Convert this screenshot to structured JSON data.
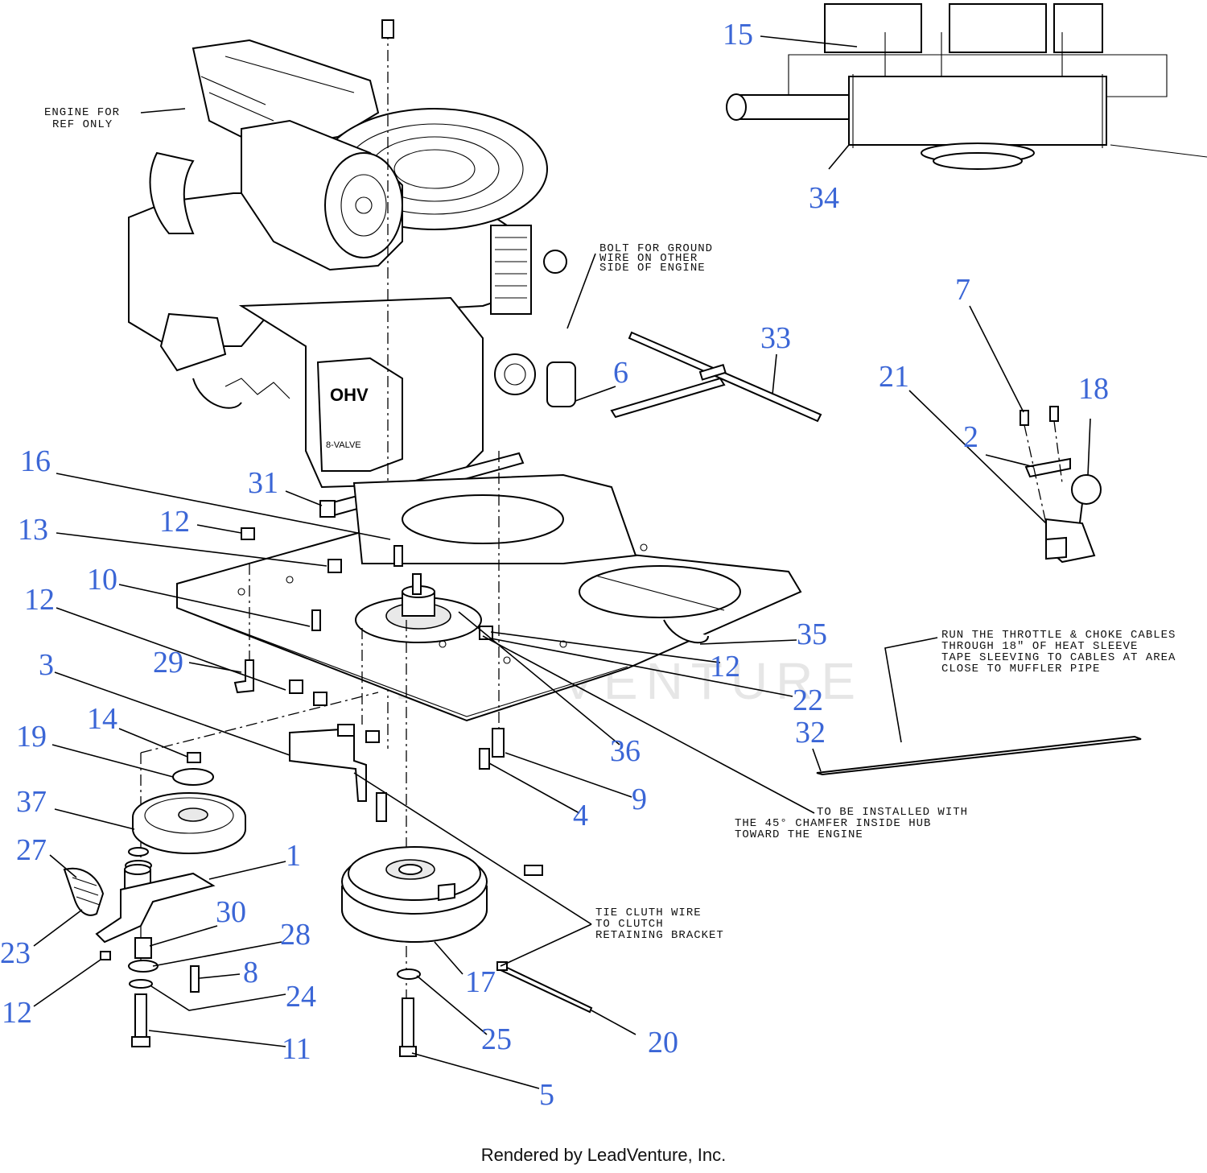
{
  "callouts": {
    "c15": "15",
    "c34": "34",
    "c7": "7",
    "c21": "21",
    "c18": "18",
    "c2": "2",
    "c33": "33",
    "c6": "6",
    "c16": "16",
    "c31": "31",
    "c12a": "12",
    "c13": "13",
    "c10": "10",
    "c12b": "12",
    "c29": "29",
    "c3": "3",
    "c14": "14",
    "c19": "19",
    "c37": "37",
    "c27": "27",
    "c1": "1",
    "c23": "23",
    "c30": "30",
    "c28": "28",
    "c8": "8",
    "c24": "24",
    "c12c": "12",
    "c11": "11",
    "c35": "35",
    "c12d": "12",
    "c22": "22",
    "c32": "32",
    "c36": "36",
    "c9": "9",
    "c4": "4",
    "c17": "17",
    "c25": "25",
    "c5": "5",
    "c20": "20"
  },
  "notes": {
    "engine_ref": [
      "ENGINE FOR",
      "REF ONLY"
    ],
    "ground_bolt": [
      "BOLT FOR GROUND",
      "WIRE ON OTHER",
      "SIDE OF ENGINE"
    ],
    "throttle_cables": [
      "RUN THE THROTTLE & CHOKE CABLES",
      "THROUGH 18\" OF HEAT SLEEVE",
      "TAPE SLEEVING TO CABLES AT AREA",
      "CLOSE TO MUFFLER PIPE"
    ],
    "chamfer": [
      "TO BE INSTALLED WITH",
      "THE 45° CHAMFER INSIDE HUB",
      "TOWARD THE ENGINE"
    ],
    "clutch_wire": [
      "TIE CLUTH WIRE",
      "TO CLUTCH",
      "RETAINING BRACKET"
    ]
  },
  "engine_labels": {
    "ohv": "OHV",
    "valve": "8-VALVE"
  },
  "watermark": "LEADVENTURE",
  "footer": "Rendered by LeadVenture, Inc.",
  "colors": {
    "callout": "#3b66d6",
    "line": "#000000",
    "background": "#ffffff"
  }
}
